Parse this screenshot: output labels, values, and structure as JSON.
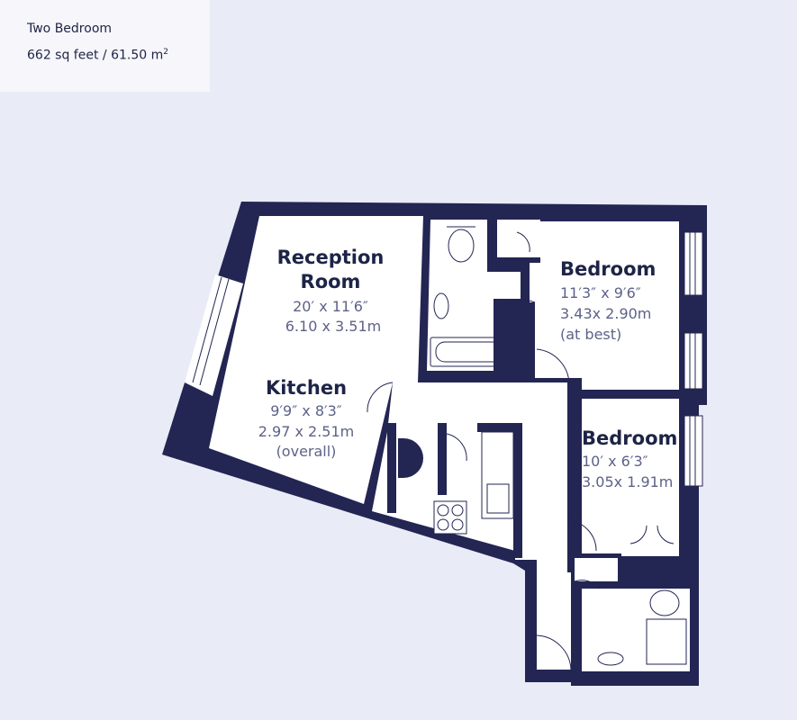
{
  "header": {
    "title": "Two Bedroom",
    "area_text": "662 sq feet / 61.50 m",
    "area_sup": "2"
  },
  "rooms": [
    {
      "name_lines": [
        "Reception",
        "Room"
      ],
      "dims": [
        "20′ x 11′6″",
        "6.10 x 3.51m"
      ]
    },
    {
      "name_lines": [
        "Kitchen"
      ],
      "dims": [
        "9′9″ x 8′3″",
        "2.97 x 2.51m",
        "(overall)"
      ]
    },
    {
      "name_lines": [
        "Bedroom"
      ],
      "dims": [
        "11′3″ x 9′6″",
        "3.43x 2.90m",
        "(at best)"
      ]
    },
    {
      "name_lines": [
        "Bedroom"
      ],
      "dims": [
        "10′ x 6′3″",
        "3.05x 1.91m"
      ]
    }
  ],
  "colors": {
    "wall": "#232553",
    "floor": "#ffffff",
    "label": "#1d2446",
    "dimension": "#5d6288"
  }
}
